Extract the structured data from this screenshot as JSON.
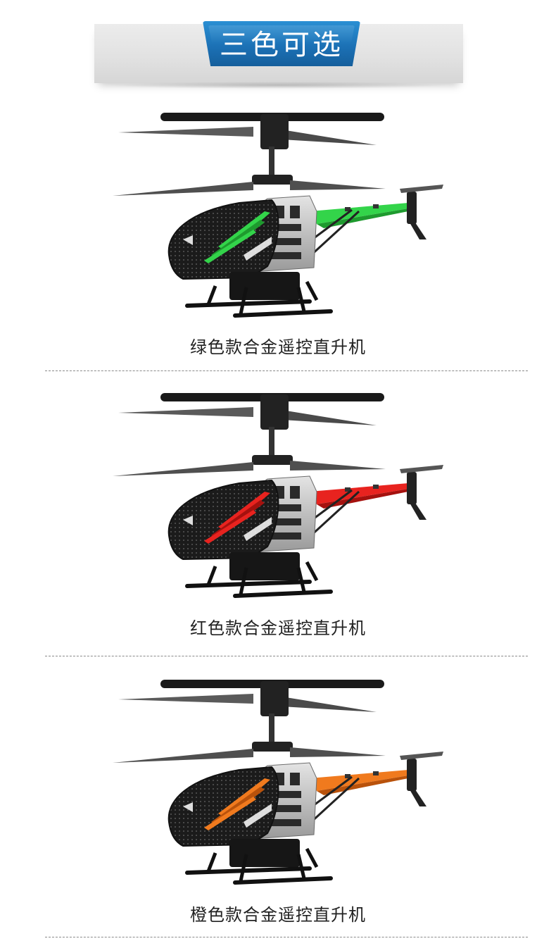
{
  "banner": {
    "title": "三色可选",
    "color": "#1f7cc1"
  },
  "products": [
    {
      "label": "绿色款合金遥控直升机",
      "accent": "#33d44a",
      "accent_dark": "#1e9a2e",
      "image": "green-helicopter"
    },
    {
      "label": "红色款合金遥控直升机",
      "accent": "#e8231f",
      "accent_dark": "#a5110e",
      "image": "red-helicopter"
    },
    {
      "label": "橙色款合金遥控直升机",
      "accent": "#f07a1e",
      "accent_dark": "#b9520b",
      "image": "orange-helicopter"
    }
  ]
}
